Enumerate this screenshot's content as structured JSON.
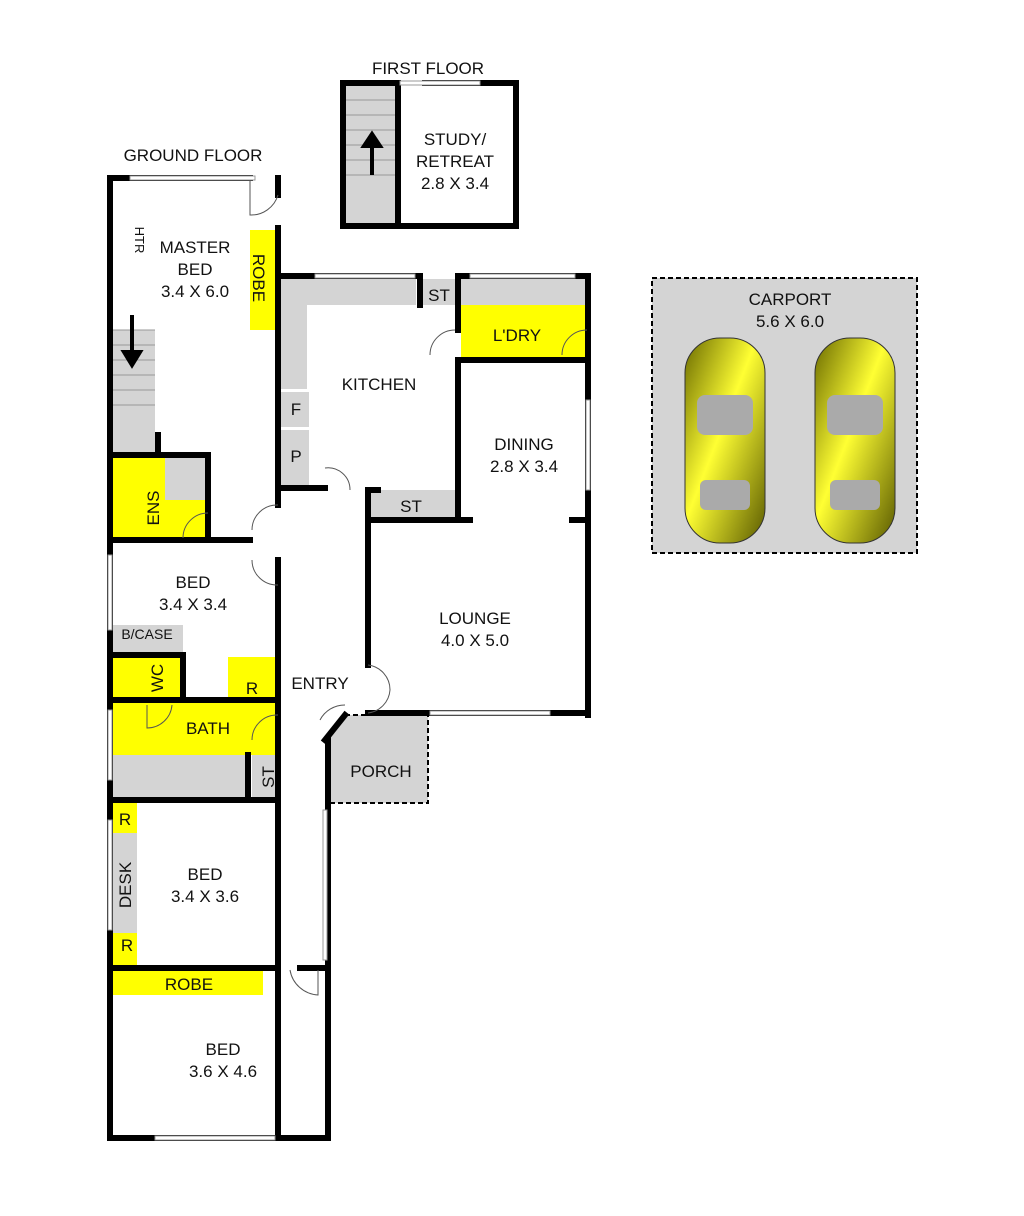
{
  "titles": {
    "ground_floor": "GROUND FLOOR",
    "first_floor": "FIRST FLOOR"
  },
  "rooms": {
    "study": {
      "name1": "STUDY/",
      "name2": "RETREAT",
      "size": "2.8 X 3.4"
    },
    "master": {
      "name1": "MASTER",
      "name2": "BED",
      "size": "3.4 X 6.0"
    },
    "kitchen": {
      "name": "KITCHEN"
    },
    "dining": {
      "name": "DINING",
      "size": "2.8 X 3.4"
    },
    "lounge": {
      "name": "LOUNGE",
      "size": "4.0 X 5.0"
    },
    "bed2": {
      "name": "BED",
      "size": "3.4 X 3.4"
    },
    "bed3": {
      "name": "BED",
      "size": "3.4 X 3.6"
    },
    "bed4": {
      "name": "BED",
      "size": "3.6 X 4.6"
    },
    "entry": {
      "name": "ENTRY"
    },
    "porch": {
      "name": "PORCH"
    },
    "carport": {
      "name": "CARPORT",
      "size": "5.6 X 6.0"
    }
  },
  "fixtures": {
    "htr": "HTR",
    "robe_master": "ROBE",
    "st_kitchen": "ST",
    "ldry": "L'DRY",
    "fridge": "F",
    "pantry": "P",
    "st_hall": "ST",
    "ens": "ENS",
    "bcase": "B/CASE",
    "wc": "WC",
    "r_bed2": "R",
    "bath": "BATH",
    "st_bath": "ST",
    "r_top": "R",
    "desk": "DESK",
    "r_bottom": "R",
    "robe_bed4": "ROBE"
  },
  "colors": {
    "wet_area": "#ffff00",
    "bench": "#d4d4d4",
    "car": "#e6e600"
  }
}
